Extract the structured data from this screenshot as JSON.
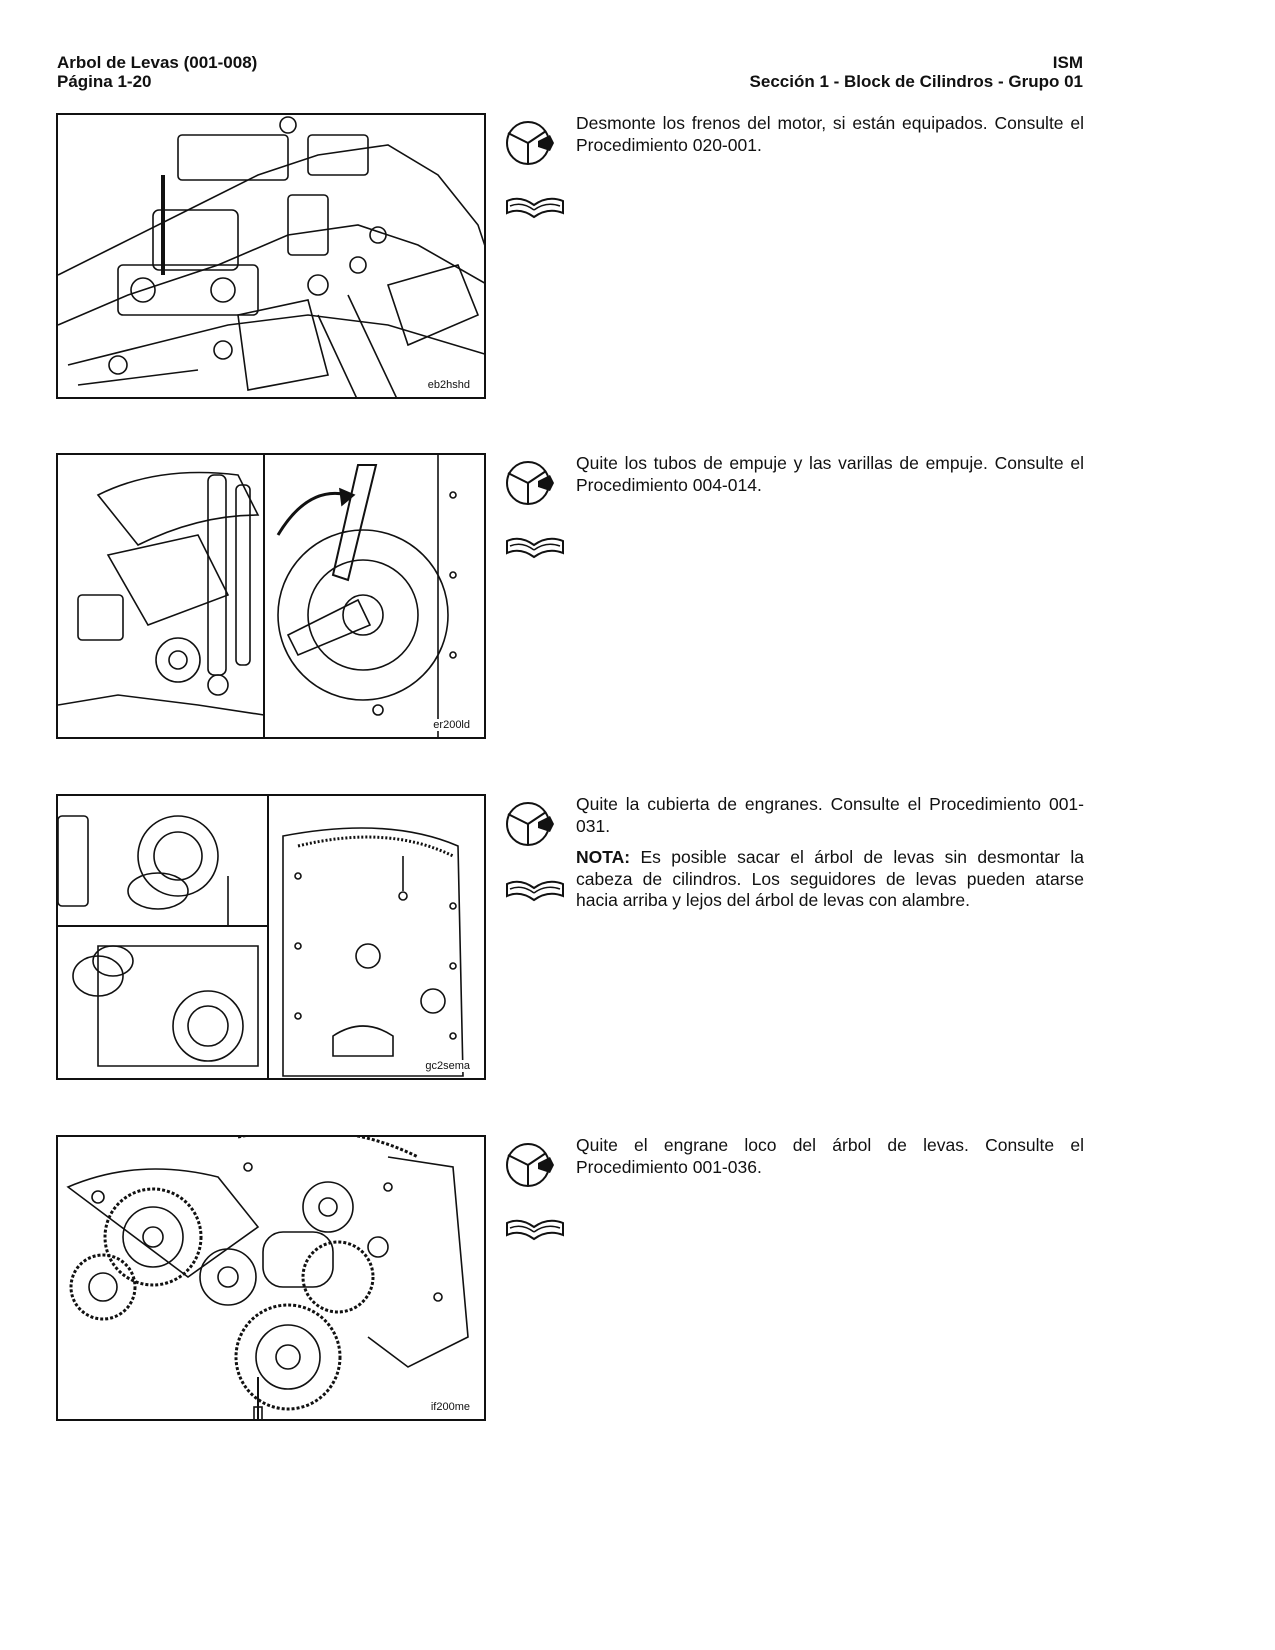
{
  "header": {
    "left_line1": "Arbol de Levas (001-008)",
    "left_line2": "Página 1-20",
    "right_line1": "ISM",
    "right_line2": "Sección 1 - Block de Cilindros - Grupo 01"
  },
  "icons": {
    "procedure": "wrench-gauge-icon",
    "reference": "open-book-icon"
  },
  "steps": [
    {
      "figure_code": "eb2hshd",
      "text": "Desmonte los frenos del motor, si están equipados. Consulte el Procedimiento 020-001."
    },
    {
      "figure_code": "er200ld",
      "text": "Quite los tubos de empuje y las varillas de empuje. Consulte el Procedimiento 004-014."
    },
    {
      "figure_code": "gc2sema",
      "text": "Quite la cubierta de engranes. Consulte el Procedimiento 001-031.",
      "note_label": "NOTA:",
      "note_text": " Es posible sacar el árbol de levas sin desmontar la cabeza de cilindros. Los seguidores de levas pueden atarse hacia arriba y lejos del árbol de levas con alambre."
    },
    {
      "figure_code": "if200me",
      "text": "Quite el engrane loco del árbol de levas. Consulte el Procedimiento 001-036."
    }
  ]
}
